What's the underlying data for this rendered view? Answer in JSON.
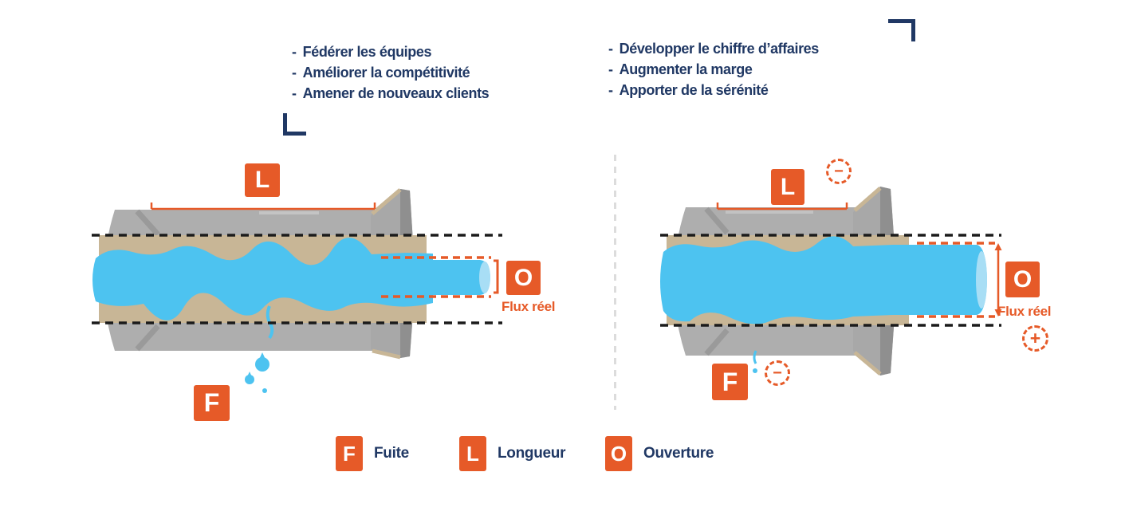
{
  "colors": {
    "accent_orange": "#E65A28",
    "text_navy": "#203864",
    "water_blue": "#4DC3F0",
    "pipe_tan": "#C8B696",
    "pipe_gray": "#AEAEAE"
  },
  "goals_left": {
    "items": [
      "Fédérer les équipes",
      "Améliorer la compétitivité",
      "Amener de nouveaux clients"
    ]
  },
  "goals_right": {
    "items": [
      "Développer le chiffre d’affaires",
      "Augmenter la marge",
      "Apporter de la sérénité"
    ]
  },
  "labels": {
    "bullet": "-",
    "length": "L",
    "opening": "O",
    "leak": "F",
    "flow_real": "Flux réel",
    "minus": "−",
    "plus": "+"
  },
  "legend": {
    "items": [
      {
        "key": "F",
        "label": "Fuite"
      },
      {
        "key": "L",
        "label": "Longueur"
      },
      {
        "key": "O",
        "label": "Ouverture"
      }
    ]
  }
}
